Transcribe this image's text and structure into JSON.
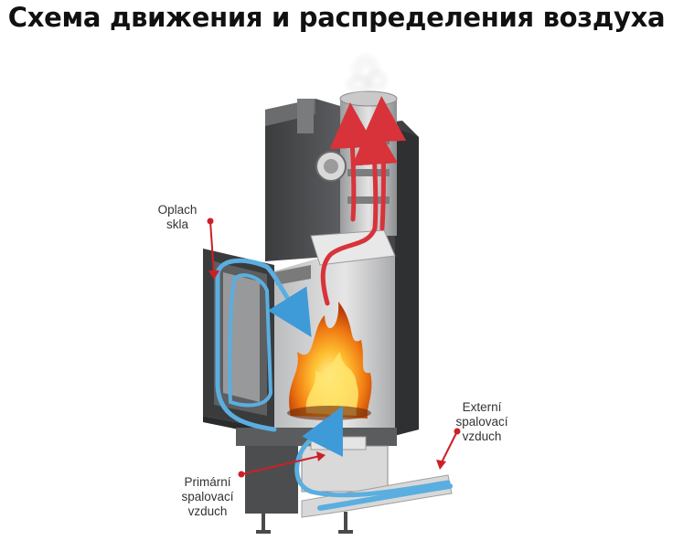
{
  "title": "Схема движения и распределения воздуха",
  "labels": {
    "oplach": [
      "Oplach",
      "skla"
    ],
    "externi": [
      "Externí",
      "spalovací",
      "vzduch"
    ],
    "primarni": [
      "Primární",
      "spalovací",
      "vzduch"
    ]
  },
  "colors": {
    "air_flow": "#5aaee0",
    "smoke_flow": "#d8333a",
    "pointer": "#cc2026",
    "body": "#4a4b4d",
    "body_light": "#8a8b8d",
    "chamber": "#cfcfcf",
    "flame": "#f08a1c"
  }
}
